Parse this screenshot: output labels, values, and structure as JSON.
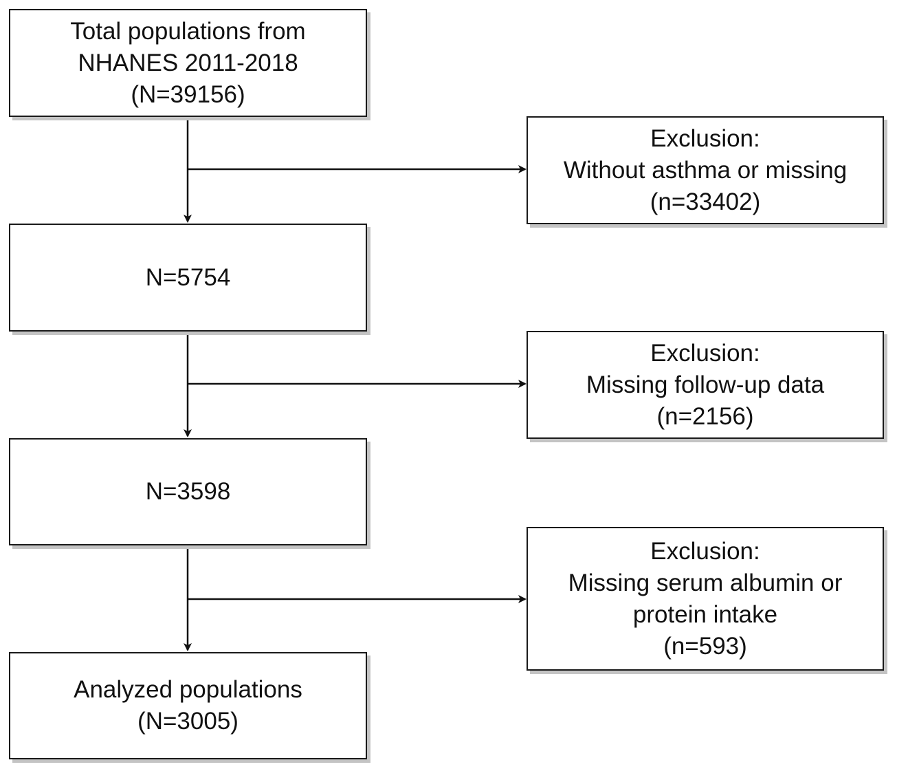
{
  "flowchart": {
    "main": [
      {
        "lines": [
          "Total populations from",
          "NHANES 2011-2018",
          "(N=39156)"
        ]
      },
      {
        "lines": [
          "N=5754"
        ]
      },
      {
        "lines": [
          "N=3598"
        ]
      },
      {
        "lines": [
          "Analyzed populations",
          "(N=3005)"
        ]
      }
    ],
    "exclusions": [
      {
        "lines": [
          "Exclusion:",
          "Without asthma or missing",
          "(n=33402)"
        ]
      },
      {
        "lines": [
          "Exclusion:",
          "Missing follow-up data",
          "(n=2156)"
        ]
      },
      {
        "lines": [
          "Exclusion:",
          "Missing serum albumin or",
          "protein intake",
          "(n=593)"
        ]
      }
    ]
  }
}
